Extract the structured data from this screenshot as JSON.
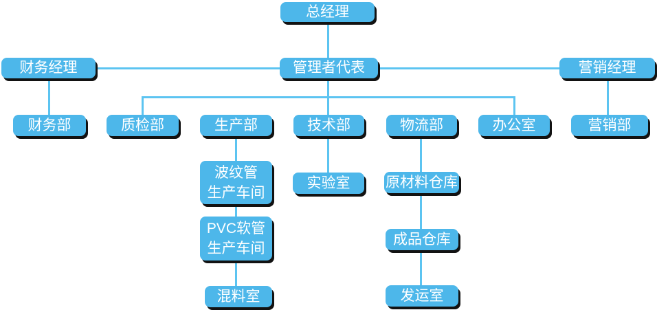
{
  "diagram": {
    "type": "org-chart",
    "nodes": {
      "general_manager": {
        "label": "总经理"
      },
      "finance_manager": {
        "label": "财务经理"
      },
      "management_rep": {
        "label": "管理者代表"
      },
      "marketing_manager": {
        "label": "营销经理"
      },
      "finance_dept": {
        "label": "财务部"
      },
      "qc_dept": {
        "label": "质检部"
      },
      "production_dept": {
        "label": "生产部"
      },
      "tech_dept": {
        "label": "技术部"
      },
      "logistics_dept": {
        "label": "物流部"
      },
      "office": {
        "label": "办公室"
      },
      "marketing_dept": {
        "label": "营销部"
      },
      "corrugated_workshop": {
        "label": "波纹管生产车间",
        "lines": [
          "波纹管",
          "生产车间"
        ]
      },
      "lab": {
        "label": "实验室"
      },
      "raw_material_warehouse": {
        "label": "原材料仓库"
      },
      "pvc_workshop": {
        "label": "PVC软管生产车间",
        "lines": [
          "PVC软管",
          "生产车间"
        ]
      },
      "finished_warehouse": {
        "label": "成品仓库"
      },
      "mixing_room": {
        "label": "混料室"
      },
      "shipping_room": {
        "label": "发运室"
      }
    },
    "edges": [
      [
        "总经理",
        "管理者代表"
      ],
      [
        "管理者代表",
        "财务经理"
      ],
      [
        "管理者代表",
        "营销经理"
      ],
      [
        "管理者代表",
        "质检部"
      ],
      [
        "管理者代表",
        "技术部"
      ],
      [
        "管理者代表",
        "办公室"
      ],
      [
        "财务经理",
        "财务部"
      ],
      [
        "营销经理",
        "营销部"
      ],
      [
        "生产部",
        "波纹管生产车间"
      ],
      [
        "波纹管生产车间",
        "PVC软管生产车间"
      ],
      [
        "PVC软管生产车间",
        "混料室"
      ],
      [
        "技术部",
        "实验室"
      ],
      [
        "物流部",
        "原材料仓库"
      ],
      [
        "原材料仓库",
        "成品仓库"
      ],
      [
        "成品仓库",
        "发运室"
      ]
    ],
    "colors": {
      "node_fill": "#4db7ea",
      "connector": "#5cc4f1",
      "node_text": "#ffffff",
      "shadow": "#121212",
      "background": "#ffffff"
    }
  }
}
